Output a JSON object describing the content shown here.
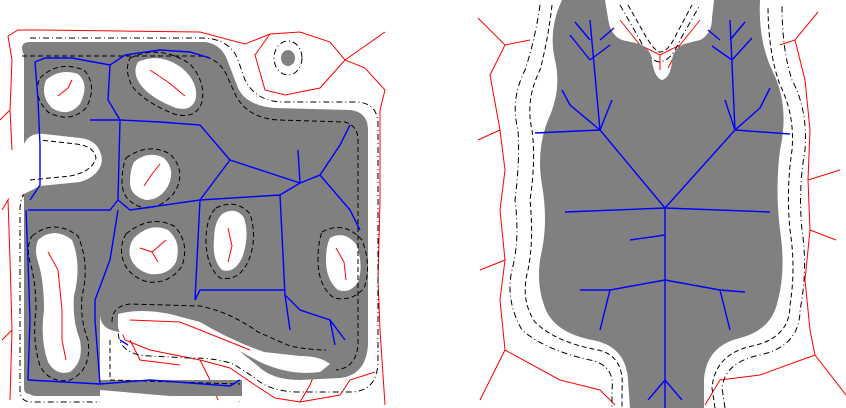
{
  "colors": {
    "background": "#ffffff",
    "region_fill": "#808080",
    "hole_fill": "#ffffff",
    "outline": "#000000",
    "interior_skeleton": "#0000ff",
    "exterior_skeleton": "#ff0000"
  },
  "panels": [
    {
      "name": "left-panel",
      "description_icon": "maze-shape-with-holes"
    },
    {
      "name": "right-panel",
      "description_icon": "organic-shape-with-branches"
    }
  ]
}
